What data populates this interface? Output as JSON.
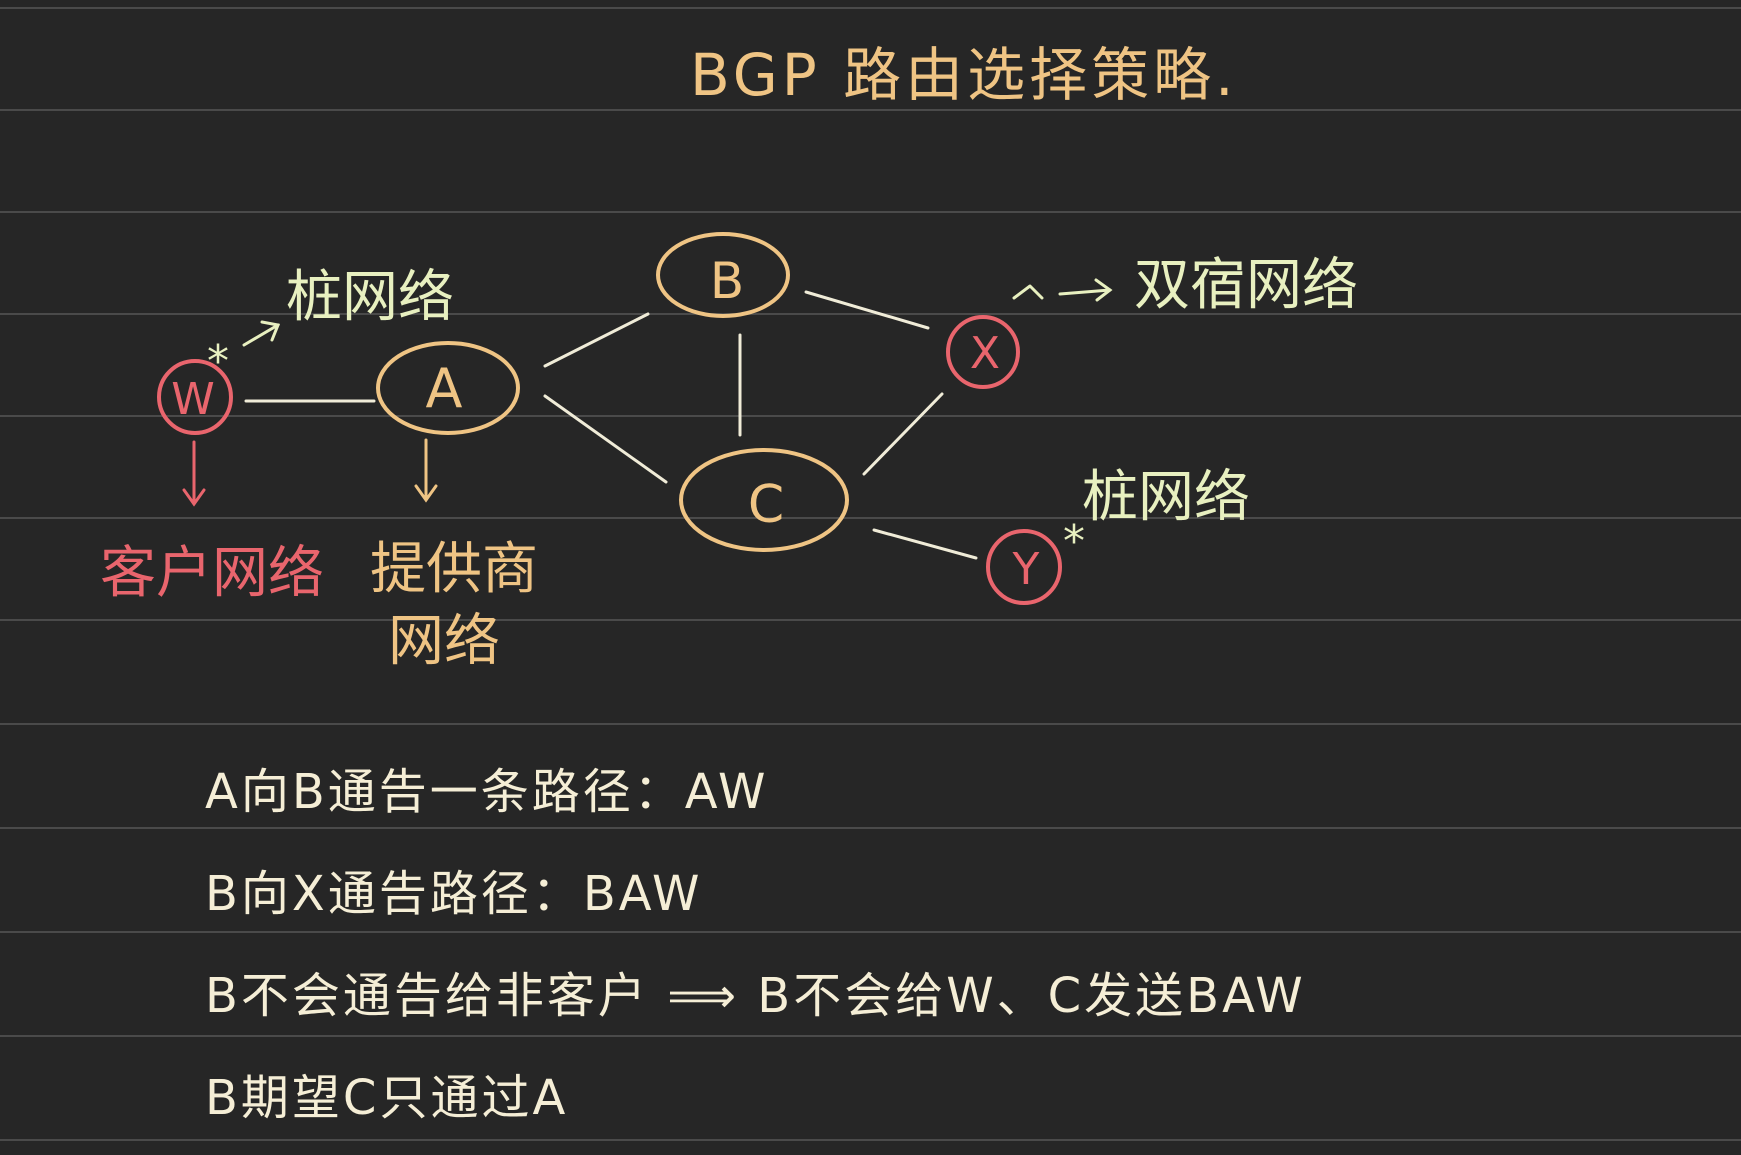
{
  "title": "BGP 路由选择策略.",
  "colors": {
    "background": "#262626",
    "rule_line": "#4a4a4a",
    "provider": "#efc484",
    "customer": "#e9656d",
    "stub": "#e8f0c0",
    "note_text": "#f5eed6",
    "link": "#f0ecd8"
  },
  "nodes": {
    "A": {
      "label": "A"
    },
    "B": {
      "label": "B"
    },
    "C": {
      "label": "C"
    },
    "W": {
      "label": "W"
    },
    "X": {
      "label": "X"
    },
    "Y": {
      "label": "Y"
    }
  },
  "annotations": {
    "w_stub_mark": "*",
    "w_stub_label": "桩网络",
    "w_customer_label": "客户网络",
    "a_provider_line1": "提供商",
    "a_provider_line2": "网络",
    "x_multihomed_label": "双宿网络",
    "y_stub_mark": "*",
    "y_stub_label": "桩网络"
  },
  "notes": [
    "A向B通告一条路径：AW",
    "B向X通告路径：BAW",
    "B不会通告给非客户 ⟹ B不会给W、C发送BAW",
    "B期望C只通过A"
  ]
}
